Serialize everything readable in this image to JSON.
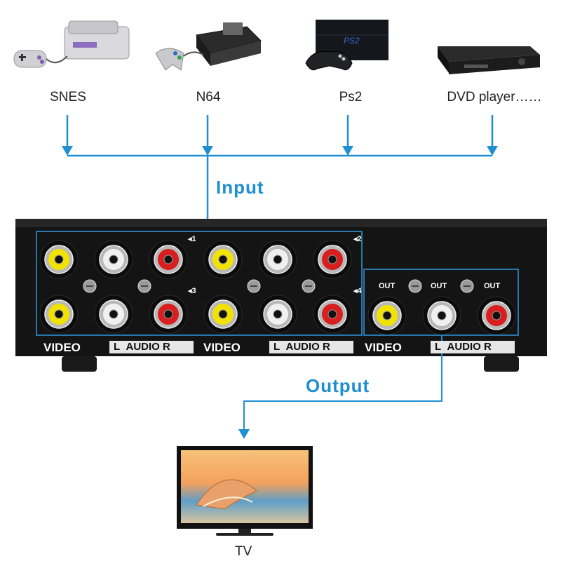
{
  "devices": [
    {
      "id": "snes",
      "label": "SNES"
    },
    {
      "id": "n64",
      "label": "N64"
    },
    {
      "id": "ps2",
      "label": "Ps2"
    },
    {
      "id": "dvd",
      "label": "DVD player……"
    }
  ],
  "input_label": "Input",
  "output_label": "Output",
  "tv_label": "TV",
  "switch_panel": {
    "video_label": "VIDEO",
    "audio_left": "L",
    "audio_word": "AUDIO",
    "audio_right": "R",
    "out_label": "OUT",
    "channel_numbers": [
      "1",
      "2",
      "3",
      "4"
    ]
  },
  "colors": {
    "arrow_blue": "#1e8fd0",
    "jack_yellow": "#f2e200",
    "jack_white": "#f0f0f0",
    "jack_red": "#d81e1e",
    "panel_black": "#141414"
  }
}
